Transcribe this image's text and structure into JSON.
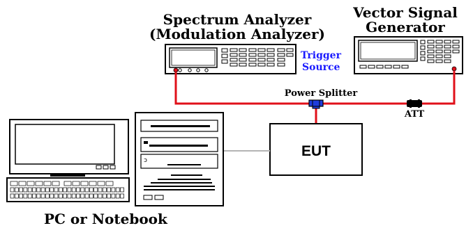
{
  "labels": {
    "spectrum_analyzer_line1": "Spectrum Analyzer",
    "spectrum_analyzer_line2": "(Modulation Analyzer)",
    "vsg_line1": "Vector Signal",
    "vsg_line2": "Generator",
    "trigger_line1": "Trigger",
    "trigger_line2": "Source",
    "power_splitter": "Power Splitter",
    "att": "ATT",
    "eut": "EUT",
    "pc": "PC or Notebook"
  },
  "colors": {
    "cable": "#e0101a",
    "trigger_text": "#1a1aff",
    "connector": "#1e3cdc",
    "outline": "#000000",
    "screen": "#ffffff",
    "pc_link": "#b4b4b4"
  }
}
